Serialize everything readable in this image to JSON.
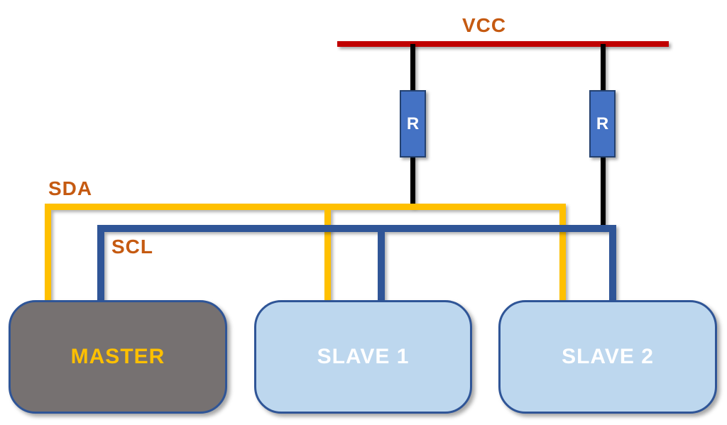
{
  "colors": {
    "vcc-rail": "#C00000",
    "label-orange": "#C55A11",
    "sda-wire": "#FFC000",
    "scl-wire": "#2F5597",
    "power-wire": "#000000",
    "resistor-fill": "#4472C4",
    "resistor-border": "#24416F",
    "resistor-text": "#FFFFFF",
    "master-fill": "#767171",
    "master-border": "#2F5597",
    "master-text": "#FFC000",
    "slave-fill": "#BDD7EE",
    "slave-border": "#2F5597",
    "slave-text": "#FFFFFF",
    "background": "#FFFFFF"
  },
  "bus": {
    "vcc_label": "VCC",
    "sda_label": "SDA",
    "scl_label": "SCL"
  },
  "resistors": {
    "left_label": "R",
    "right_label": "R"
  },
  "devices": {
    "master_label": "MASTER",
    "slave1_label": "SLAVE 1",
    "slave2_label": "SLAVE 2"
  }
}
